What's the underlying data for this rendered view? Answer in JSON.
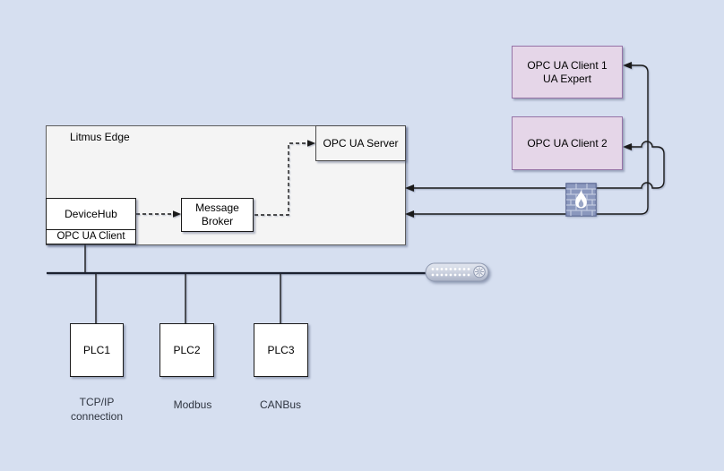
{
  "nodes": {
    "litmus_edge": "Litmus Edge",
    "opcua_server": "OPC UA Server",
    "devicehub": "DeviceHub",
    "devicehub_opcua_client": "OPC UA Client",
    "message_broker": "Message Broker",
    "opcua_client1_line1": "OPC UA Client 1",
    "opcua_client1_line2": "UA Expert",
    "opcua_client2": "OPC UA Client 2",
    "plc1": "PLC1",
    "plc2": "PLC2",
    "plc3": "PLC3"
  },
  "bus_labels": {
    "plc1_protocol": "TCP/IP connection",
    "plc2_protocol": "Modbus",
    "plc3_protocol": "CANBus"
  },
  "icons": {
    "firewall": "firewall-icon",
    "network_switch": "network-switch-icon"
  },
  "edges": [
    {
      "from": "DeviceHub",
      "to": "Message Broker",
      "style": "dashed-arrow"
    },
    {
      "from": "Message Broker",
      "to": "OPC UA Server",
      "style": "dashed-arrow"
    },
    {
      "from": "OPC UA Client 1 UA Expert",
      "to": "Litmus Edge",
      "style": "solid-double-arrow",
      "via": "firewall"
    },
    {
      "from": "OPC UA Client 2",
      "to": "Litmus Edge",
      "style": "solid-double-arrow",
      "via": "firewall"
    },
    {
      "from": "OPC UA Client (DeviceHub)",
      "to": "field bus",
      "style": "solid-line"
    },
    {
      "from": "field bus",
      "to": "PLC1",
      "style": "solid-line"
    },
    {
      "from": "field bus",
      "to": "PLC2",
      "style": "solid-line"
    },
    {
      "from": "field bus",
      "to": "PLC3",
      "style": "solid-line"
    }
  ],
  "colors": {
    "background": "#d6dff0",
    "container_fill": "#f4f4f4",
    "container_stroke": "#666666",
    "node_fill": "#ffffff",
    "node_stroke": "#1a1a1a",
    "client_fill": "#e5d6e8",
    "client_stroke": "#9673a6",
    "connector": "#1a1a1a",
    "firewall_brick": "#8a97bd",
    "label_text": "#2f3540"
  }
}
